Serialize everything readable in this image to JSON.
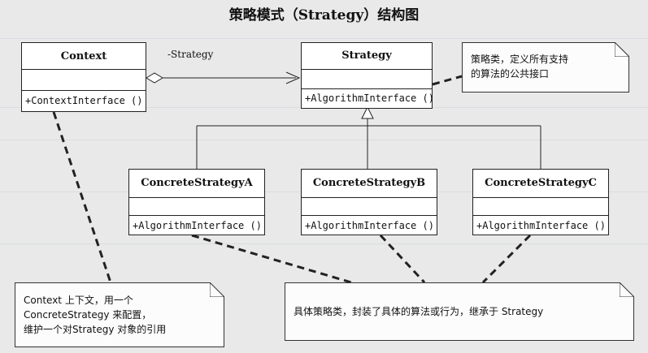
{
  "title": "策略模式（Strategy）结构图",
  "classes": {
    "context": {
      "name": "Context",
      "operation": "+ContextInterface ()"
    },
    "strategy": {
      "name": "Strategy",
      "operation": "+AlgorithmInterface ()"
    },
    "concrete_a": {
      "name": "ConcreteStrategyA",
      "operation": "+AlgorithmInterface ()"
    },
    "concrete_b": {
      "name": "ConcreteStrategyB",
      "operation": "+AlgorithmInterface ()"
    },
    "concrete_c": {
      "name": "ConcreteStrategyC",
      "operation": "+AlgorithmInterface ()"
    }
  },
  "association_label": "-Strategy",
  "notes": {
    "strategy_note": {
      "lines": [
        "策略类，定义所有支持",
        "的算法的公共接口"
      ]
    },
    "context_note": {
      "lines": [
        "Context 上下文，用一个",
        "ConcreteStrategy 来配置，",
        "维护一个对Strategy 对象的引用"
      ]
    },
    "concrete_note": {
      "lines": [
        "具体策略类，封装了具体的算法或行为，继承于 Strategy"
      ]
    }
  }
}
